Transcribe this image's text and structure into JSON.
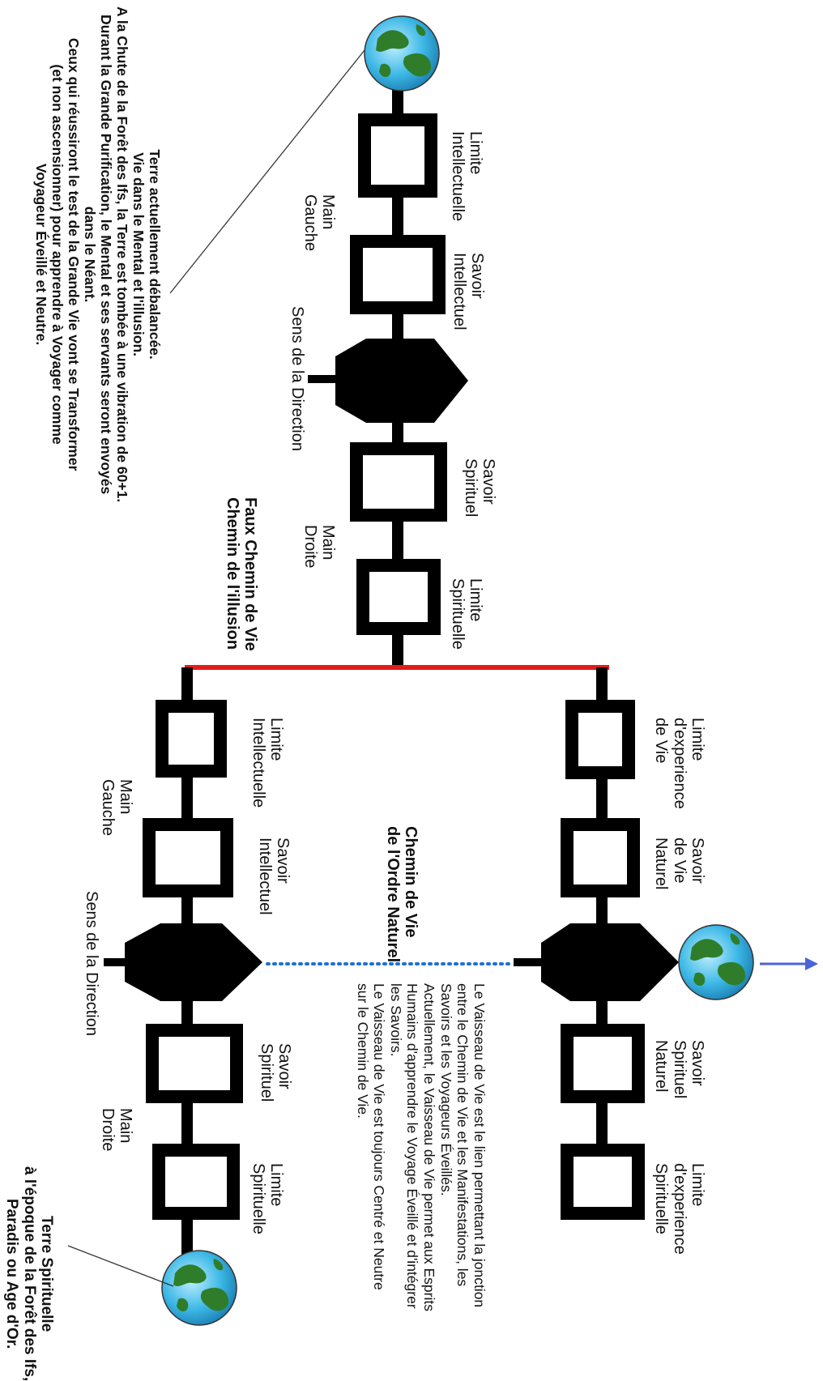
{
  "labels": {
    "top_limite_intellectuelle": "Limite\nIntellectuelle",
    "top_main_gauche": "Main\nGauche",
    "top_savoir_intellectuel": "Savoir\nIntellectuel",
    "top_sens_direction": "Sens de la Direction",
    "top_savoir_spirituel": "Savoir\nSpirituel",
    "top_main_droite": "Main\nDroite",
    "top_limite_spirituelle": "Limite\nSpirituelle",
    "bl_limite_intellectuelle": "Limite\nIntellectuelle",
    "bl_main_gauche": "Main\nGauche",
    "bl_savoir_intellectuel": "Savoir\nIntellectuel",
    "bl_sens_direction": "Sens de la Direction",
    "bl_savoir_spirituel": "Savoir\nSpirituel",
    "bl_main_droite": "Main\nDroite",
    "bl_limite_spirituelle": "Limite\nSpirituelle",
    "br_limite_experience_vie": "Limite\nd'experience\nde Vie",
    "br_savoir_vie_naturel": "Savoir\nde Vie\nNaturel",
    "br_savoir_spirituel_naturel": "Savoir\nSpirituel\nNaturel",
    "br_limite_experience_spirituelle": "Limite\nd'experience\nSpirituelle"
  },
  "titles": {
    "faux_chemin": "Faux Chemin de Vie\nChemin de l'illusion",
    "chemin_ordre_naturel": "Chemin de Vie\nde l'Ordre Naturel"
  },
  "notes": {
    "terre_actuelle": "Terre actuellement débalancée.\nVie dans le Mental et l'illusion.\nA la Chute de la Forêt des Ifs, la Terre est tombée à une vibration de 60+1.\nDurant la Grande Purification, le Mental et ses servants seront envoyés\ndans le Néant.\nCeux qui réussiront le test de la Grande Vie vont se Transformer\n(et non ascensionner) pour apprendre à Voyager comme\nVoyageur Éveillé et Neutre.",
    "vaisseau": "Le Vaisseau de Vie est le lien permettant la jonction\nentre le Chemin de Vie et les Manifestations, les\nSavoirs et les Voyageurs Éveillés.\nActuellement, le Vaisseau de Vie permet aux Esprits\nHumains d'apprendre le Voyage Éveillé et d'intégrer\nles Savoirs.\nLe Vaisseau de Vie est toujours Centré et Neutre\nsur le Chemin de Vie.",
    "terre_spirituelle": "Terre Spirituelle\nà l'époque de la Forêt des Ifs,\nParadis ou Age d'Or."
  },
  "icons": [
    "earth-globe-icon",
    "arrow-right-icon"
  ],
  "colors": {
    "junction_line": "#e31b1b",
    "dotted_link": "#1f6fd6",
    "arrow": "#4b63d8",
    "ocean": "#3db8e6",
    "land": "#2f7d2a"
  }
}
